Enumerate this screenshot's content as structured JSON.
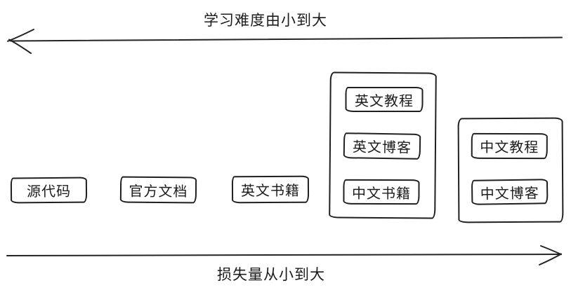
{
  "diagram": {
    "top_axis": {
      "label": "学习难度由小到大",
      "direction": "left"
    },
    "bottom_axis": {
      "label": "损失量从小到大",
      "direction": "right"
    },
    "boxes": {
      "source_code": "源代码",
      "official_docs": "官方文档",
      "english_books": "英文书籍"
    },
    "english_group": {
      "english_tutorials": "英文教程",
      "english_blogs": "英文博客",
      "chinese_books": "中文书籍"
    },
    "chinese_group": {
      "chinese_tutorials": "中文教程",
      "chinese_blogs": "中文博客"
    },
    "colors": {
      "stroke": "#242424",
      "background": "#ffffff"
    }
  }
}
